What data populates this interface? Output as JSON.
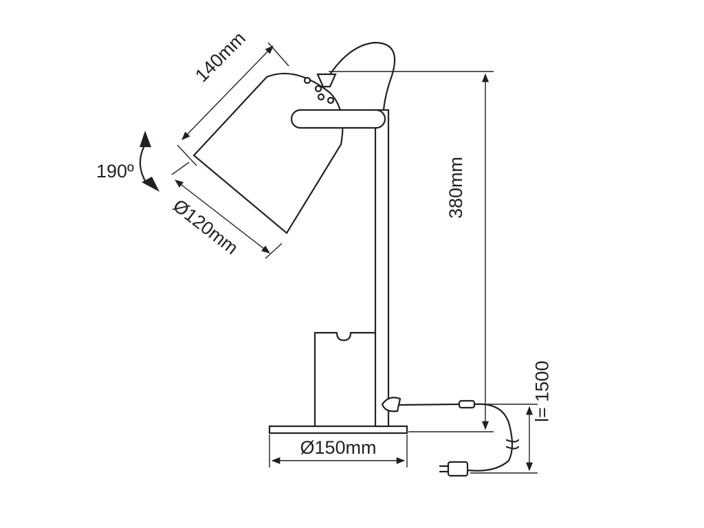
{
  "dimensions": {
    "shade_length": "140mm",
    "shade_diameter": "Ø120mm",
    "rotation": "190º",
    "height": "380mm",
    "base_diameter": "Ø150mm",
    "cable_length": "l= 1500"
  },
  "colors": {
    "line": "#231f20",
    "background": "#ffffff"
  }
}
